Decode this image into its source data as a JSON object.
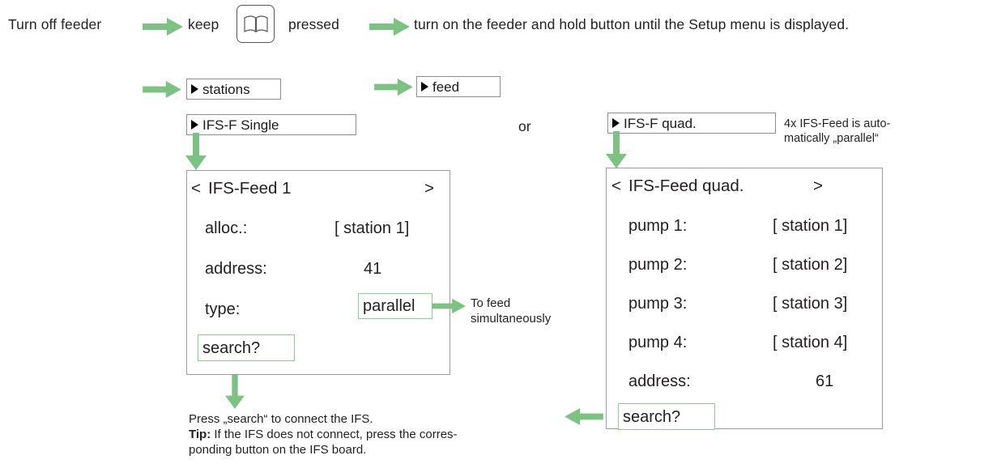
{
  "colors": {
    "arrow_green": "#7cc383",
    "box_green": "#8fcb95",
    "panel_border": "#9b9c9e",
    "chip_border": "#8d8e90",
    "text": "#231f20"
  },
  "steps": {
    "step1": "Turn off feeder",
    "step2": "keep",
    "key_icon_label": "book-button-icon",
    "step3": "pressed",
    "step4": "turn on the feeder and hold button until the Setup menu is displayed."
  },
  "menu_chips": {
    "stations": "stations",
    "feed": "feed",
    "ifs_f_single": "IFS-F Single",
    "ifs_f_quad": "IFS-F quad."
  },
  "or_label": "or",
  "quad_note": {
    "line1": "4x IFS-Feed is auto-",
    "line2": "matically „parallel“"
  },
  "left_panel": {
    "prev_arrow": "<",
    "title": "IFS-Feed 1",
    "next_arrow": ">",
    "rows": [
      {
        "label": "alloc.:",
        "value": "[ station 1]"
      },
      {
        "label": "address:",
        "value": "41"
      },
      {
        "label": "type:",
        "value": "parallel"
      }
    ],
    "search_label": "search?"
  },
  "parallel_note": {
    "line1": "To feed",
    "line2": "simultaneously"
  },
  "right_panel": {
    "prev_arrow": "<",
    "title": "IFS-Feed quad.",
    "next_arrow": ">",
    "rows": [
      {
        "label": "pump 1:",
        "value": "[ station 1]"
      },
      {
        "label": "pump 2:",
        "value": "[ station 2]"
      },
      {
        "label": "pump 3:",
        "value": "[ station 3]"
      },
      {
        "label": "pump 4:",
        "value": "[ station 4]"
      },
      {
        "label": "address:",
        "value": "61"
      }
    ],
    "search_label": "search?"
  },
  "footer": {
    "line1": "Press „search“ to connect the IFS.",
    "tip_label": "Tip:",
    "line2": " If the IFS does not connect, press the corres-",
    "line3": "ponding button on the IFS board."
  }
}
